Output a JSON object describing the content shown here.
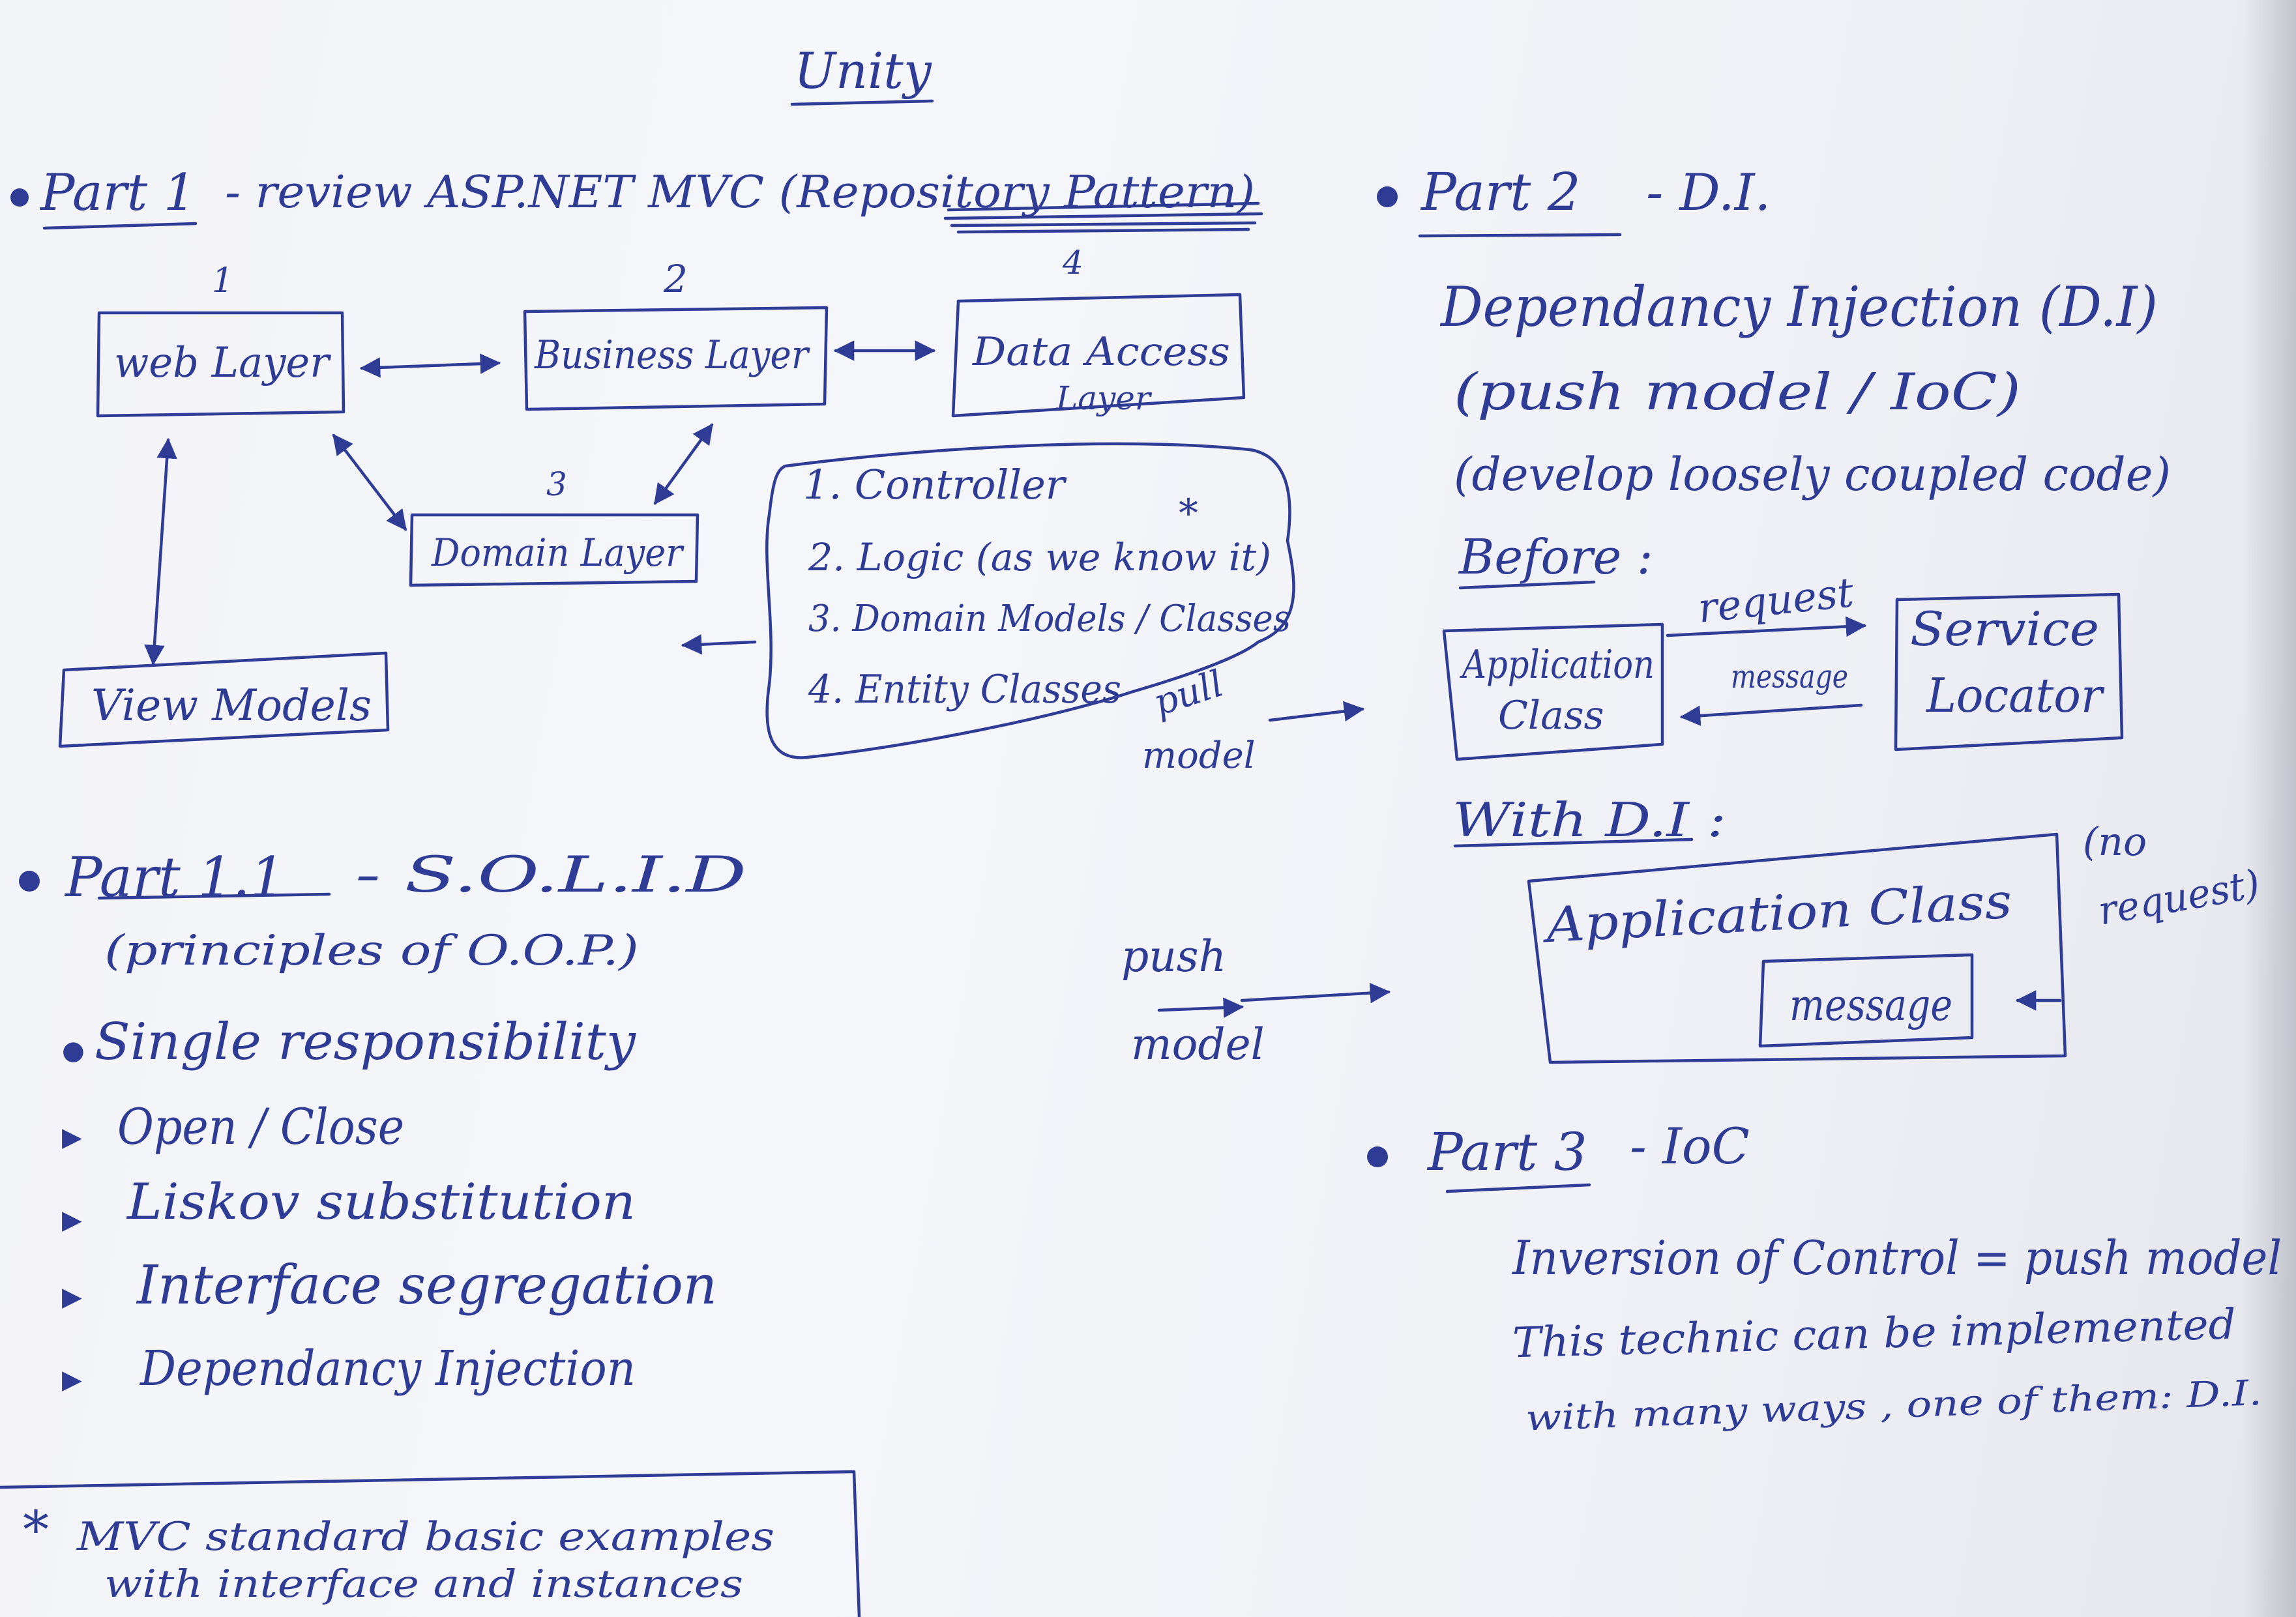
{
  "title": "Unity",
  "part1": {
    "heading": "Part 1",
    "text": "- review ASP.NET MVC (Repository Pattern)",
    "numbers": [
      "1",
      "2",
      "3",
      "4"
    ],
    "layers": {
      "web": "web Layer",
      "business": "Business Layer",
      "data_access_1": "Data Access",
      "data_access_2": "Layer",
      "domain": "Domain Layer",
      "view_models": "View Models"
    },
    "list": [
      "1. Controller",
      "2. Logic (as we know it)",
      "3. Domain Models / Classes",
      "4. Entity Classes"
    ],
    "asterisk": "*"
  },
  "pull_model": [
    "pull",
    "model"
  ],
  "push_model": [
    "push",
    "model"
  ],
  "part11": {
    "heading": "Part 1.1",
    "text": "- S.O.L.I.D",
    "subtitle": "(principles of O.O.P.)",
    "items": [
      "Single responsibility",
      "Open / Close",
      "Liskov substitution",
      "Interface segregation",
      "Dependancy Injection"
    ]
  },
  "note": {
    "star": "*",
    "line1": "MVC standard basic examples",
    "line2": "with interface and instances"
  },
  "part2": {
    "heading": "Part 2",
    "text": "- D.I.",
    "line1": "Dependancy Injection (D.I)",
    "line2": "(push model / IoC)",
    "line3": "(develop loosely coupled code)",
    "before_label": "Before :",
    "app_class_1": "Application",
    "app_class_2": "Class",
    "request": "request",
    "message": "message",
    "service_1": "Service",
    "service_2": "Locator",
    "with_di_label": "With D.I :",
    "app_class_full": "Application Class",
    "message_box": "message",
    "no_request_1": "(no",
    "no_request_2": "request)"
  },
  "part3": {
    "heading": "Part 3",
    "text": "- IoC",
    "line1": "Inversion of Control = push model",
    "line2": "This technic can be implemented",
    "line3": "with many ways , one of them: D.I."
  }
}
